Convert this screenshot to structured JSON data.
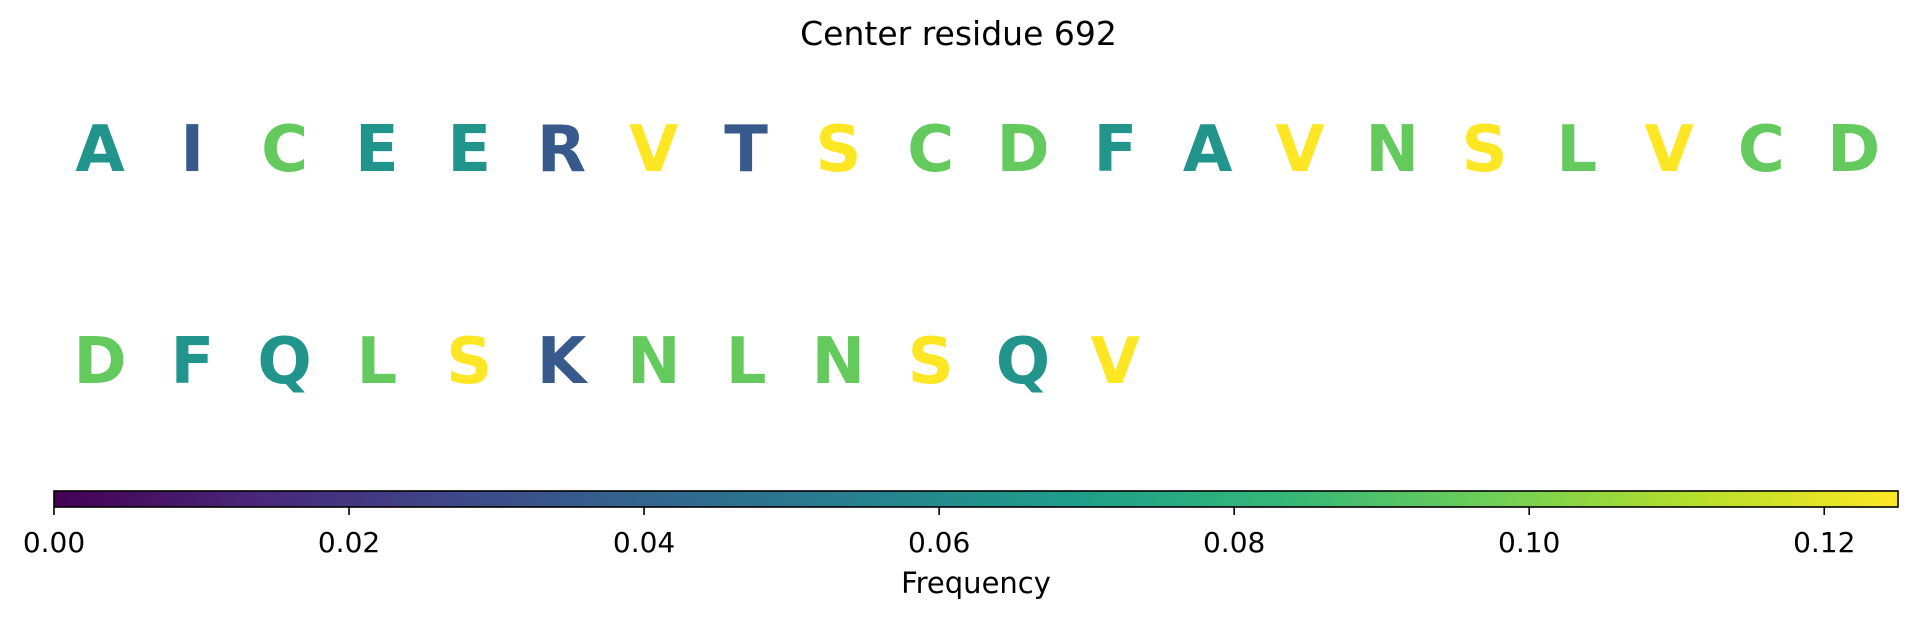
{
  "title": "Center residue 692",
  "chart_data": {
    "type": "heatmap",
    "title": "Center residue 692",
    "residues": [
      {
        "letter": "A",
        "frequency": 0.065
      },
      {
        "letter": "I",
        "frequency": 0.035
      },
      {
        "letter": "C",
        "frequency": 0.095
      },
      {
        "letter": "E",
        "frequency": 0.065
      },
      {
        "letter": "E",
        "frequency": 0.065
      },
      {
        "letter": "R",
        "frequency": 0.035
      },
      {
        "letter": "V",
        "frequency": 0.125
      },
      {
        "letter": "T",
        "frequency": 0.035
      },
      {
        "letter": "S",
        "frequency": 0.125
      },
      {
        "letter": "C",
        "frequency": 0.095
      },
      {
        "letter": "D",
        "frequency": 0.095
      },
      {
        "letter": "F",
        "frequency": 0.065
      },
      {
        "letter": "A",
        "frequency": 0.065
      },
      {
        "letter": "V",
        "frequency": 0.125
      },
      {
        "letter": "N",
        "frequency": 0.095
      },
      {
        "letter": "S",
        "frequency": 0.125
      },
      {
        "letter": "L",
        "frequency": 0.095
      },
      {
        "letter": "V",
        "frequency": 0.125
      },
      {
        "letter": "C",
        "frequency": 0.095
      },
      {
        "letter": "D",
        "frequency": 0.095
      },
      {
        "letter": "D",
        "frequency": 0.095
      },
      {
        "letter": "F",
        "frequency": 0.065
      },
      {
        "letter": "Q",
        "frequency": 0.065
      },
      {
        "letter": "L",
        "frequency": 0.095
      },
      {
        "letter": "S",
        "frequency": 0.125
      },
      {
        "letter": "K",
        "frequency": 0.035
      },
      {
        "letter": "N",
        "frequency": 0.095
      },
      {
        "letter": "L",
        "frequency": 0.095
      },
      {
        "letter": "N",
        "frequency": 0.095
      },
      {
        "letter": "S",
        "frequency": 0.125
      },
      {
        "letter": "Q",
        "frequency": 0.065
      },
      {
        "letter": "V",
        "frequency": 0.125
      }
    ],
    "letters_per_row": 20,
    "colorbar": {
      "label": "Frequency",
      "range": [
        0,
        0.125
      ],
      "ticks": [
        0.0,
        0.02,
        0.04,
        0.06,
        0.08,
        0.1,
        0.12
      ],
      "tick_labels": [
        "0.00",
        "0.02",
        "0.04",
        "0.06",
        "0.08",
        "0.10",
        "0.12"
      ],
      "colormap": "viridis",
      "colormap_stops": [
        "#440154",
        "#482878",
        "#3e4989",
        "#31688e",
        "#26828e",
        "#1f9e89",
        "#35b779",
        "#6ece58",
        "#b5de2b",
        "#fde725"
      ]
    }
  }
}
